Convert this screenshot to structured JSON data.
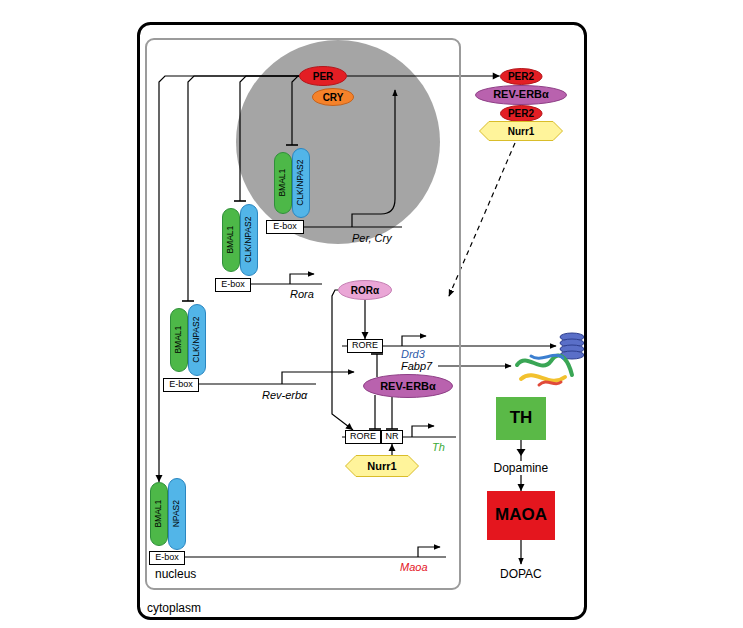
{
  "diagram": {
    "nodes": [
      {
        "text": [
          "cytoplasm"
        ]
      },
      {
        "text": [
          "nucleus"
        ],
        "in": 0
      },
      {
        "text": [
          "PER"
        ],
        "in": 1
      },
      {
        "text": [
          "CRY"
        ],
        "in": 1
      },
      {
        "text": [
          "BMAL1"
        ],
        "in": 1
      },
      {
        "text": [
          "CLK/NPAS2"
        ],
        "in": 1
      },
      {
        "text": [
          "E-box"
        ],
        "in": 1
      },
      {
        "text": [
          "BMAL1"
        ],
        "in": 1
      },
      {
        "text": [
          "CLK/NPAS2"
        ],
        "in": 1
      },
      {
        "text": [
          "E-box"
        ],
        "in": 1
      },
      {
        "text": [
          "BMAL1"
        ],
        "in": 1
      },
      {
        "text": [
          "CLK/NPAS2"
        ],
        "in": 1
      },
      {
        "text": [
          "E-box"
        ],
        "in": 1
      },
      {
        "text": [
          "BMAL1"
        ],
        "in": 1
      },
      {
        "text": [
          "NPAS2"
        ],
        "in": 1
      },
      {
        "text": [
          "E-box"
        ],
        "in": 1
      },
      {
        "text": [
          "RORα"
        ],
        "in": 1
      },
      {
        "text": [
          "RORE"
        ],
        "in": 1
      },
      {
        "text": [
          "REV-ERBα"
        ],
        "in": 1
      },
      {
        "text": [
          "RORE"
        ],
        "in": 1
      },
      {
        "text": [
          "NR"
        ],
        "in": 1
      },
      {
        "text": [
          "Nurr1"
        ],
        "in": 1
      },
      {
        "text": [
          "PER2"
        ],
        "in": 0
      },
      {
        "text": [
          "REV-ERBα"
        ],
        "in": 0
      },
      {
        "text": [
          "PER2"
        ],
        "in": 0
      },
      {
        "text": [
          "Nurr1"
        ],
        "in": 0
      },
      {
        "text": [
          "TH"
        ],
        "in": 0
      },
      {
        "text": [
          "MAOA"
        ],
        "in": 0
      }
    ],
    "edges": [
      {
        "from": 2,
        "to": 22,
        "arrow": "to"
      },
      {
        "from": 2,
        "to": 4,
        "arrow": "to"
      },
      {
        "from": 2,
        "to": 7,
        "arrow": "to"
      },
      {
        "from": 2,
        "to": 10,
        "arrow": "to"
      },
      {
        "from": 2,
        "to": 13,
        "arrow": "to"
      },
      {
        "from": 16,
        "to": 17,
        "arrow": "to"
      },
      {
        "from": 16,
        "to": 19,
        "arrow": "to"
      },
      {
        "from": 18,
        "to": 17,
        "arrow": "to"
      },
      {
        "from": 18,
        "to": 19,
        "arrow": "to"
      },
      {
        "from": 18,
        "to": 20,
        "arrow": "to"
      },
      {
        "from": 21,
        "to": 20,
        "arrow": "to"
      },
      {
        "from": 26,
        "to": 27,
        "label": "Dopamine",
        "arrow": "to"
      }
    ],
    "labels": [
      "Per, Cry",
      "Rora",
      "Rev-erbα",
      "Maoa",
      "Drd3",
      "Fabp7",
      "Th",
      "DOPAC"
    ]
  }
}
